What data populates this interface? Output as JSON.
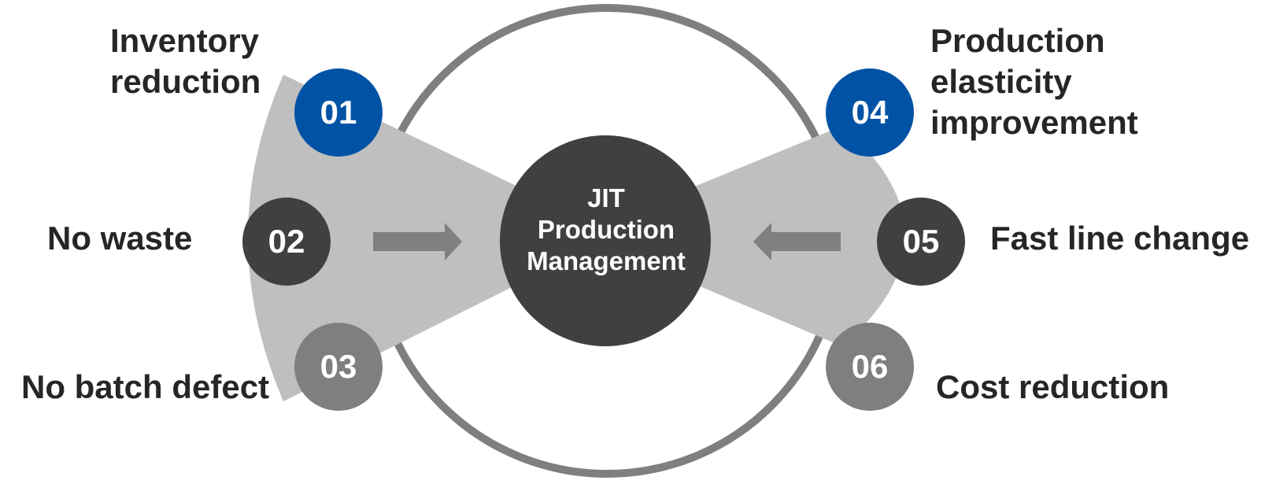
{
  "colors": {
    "ring": "#7f7f7f",
    "wedge": "#bfbfbf",
    "hub": "#404040",
    "blue": "#0052a5",
    "dark": "#404040",
    "gray": "#7f7f7f",
    "arrow": "#808080",
    "text": "#262626"
  },
  "center": {
    "lines": [
      "JIT",
      "Production",
      "Management"
    ]
  },
  "items": [
    {
      "number": "01",
      "lines": [
        "Inventory",
        "reduction"
      ]
    },
    {
      "number": "02",
      "lines": [
        "No waste"
      ]
    },
    {
      "number": "03",
      "lines": [
        "No batch defect"
      ]
    },
    {
      "number": "04",
      "lines": [
        "Production",
        "elasticity",
        "improvement"
      ]
    },
    {
      "number": "05",
      "lines": [
        "Fast line change"
      ]
    },
    {
      "number": "06",
      "lines": [
        "Cost reduction"
      ]
    }
  ]
}
